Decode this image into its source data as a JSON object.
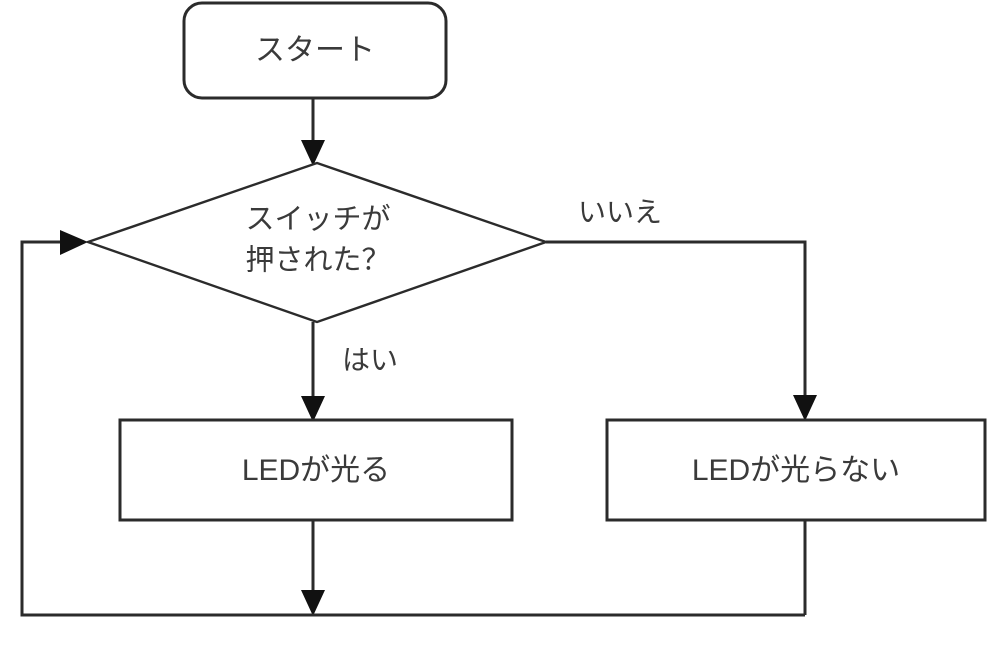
{
  "diagram": {
    "type": "flowchart",
    "title": "",
    "language": "ja",
    "background_color": "#ffffff",
    "line_color": "#2b2b2b",
    "text_color": "#3a3a3a",
    "nodes": {
      "start": {
        "label": "スタート",
        "shape": "rounded-rectangle"
      },
      "decision": {
        "label_line1": "スイッチが",
        "label_line2": "押された？",
        "shape": "diamond"
      },
      "process_yes": {
        "label": "LEDが光る",
        "shape": "rectangle"
      },
      "process_no": {
        "label": "LEDが光らない",
        "shape": "rectangle"
      }
    },
    "edge_labels": {
      "yes": "はい",
      "no": "いいえ"
    }
  }
}
